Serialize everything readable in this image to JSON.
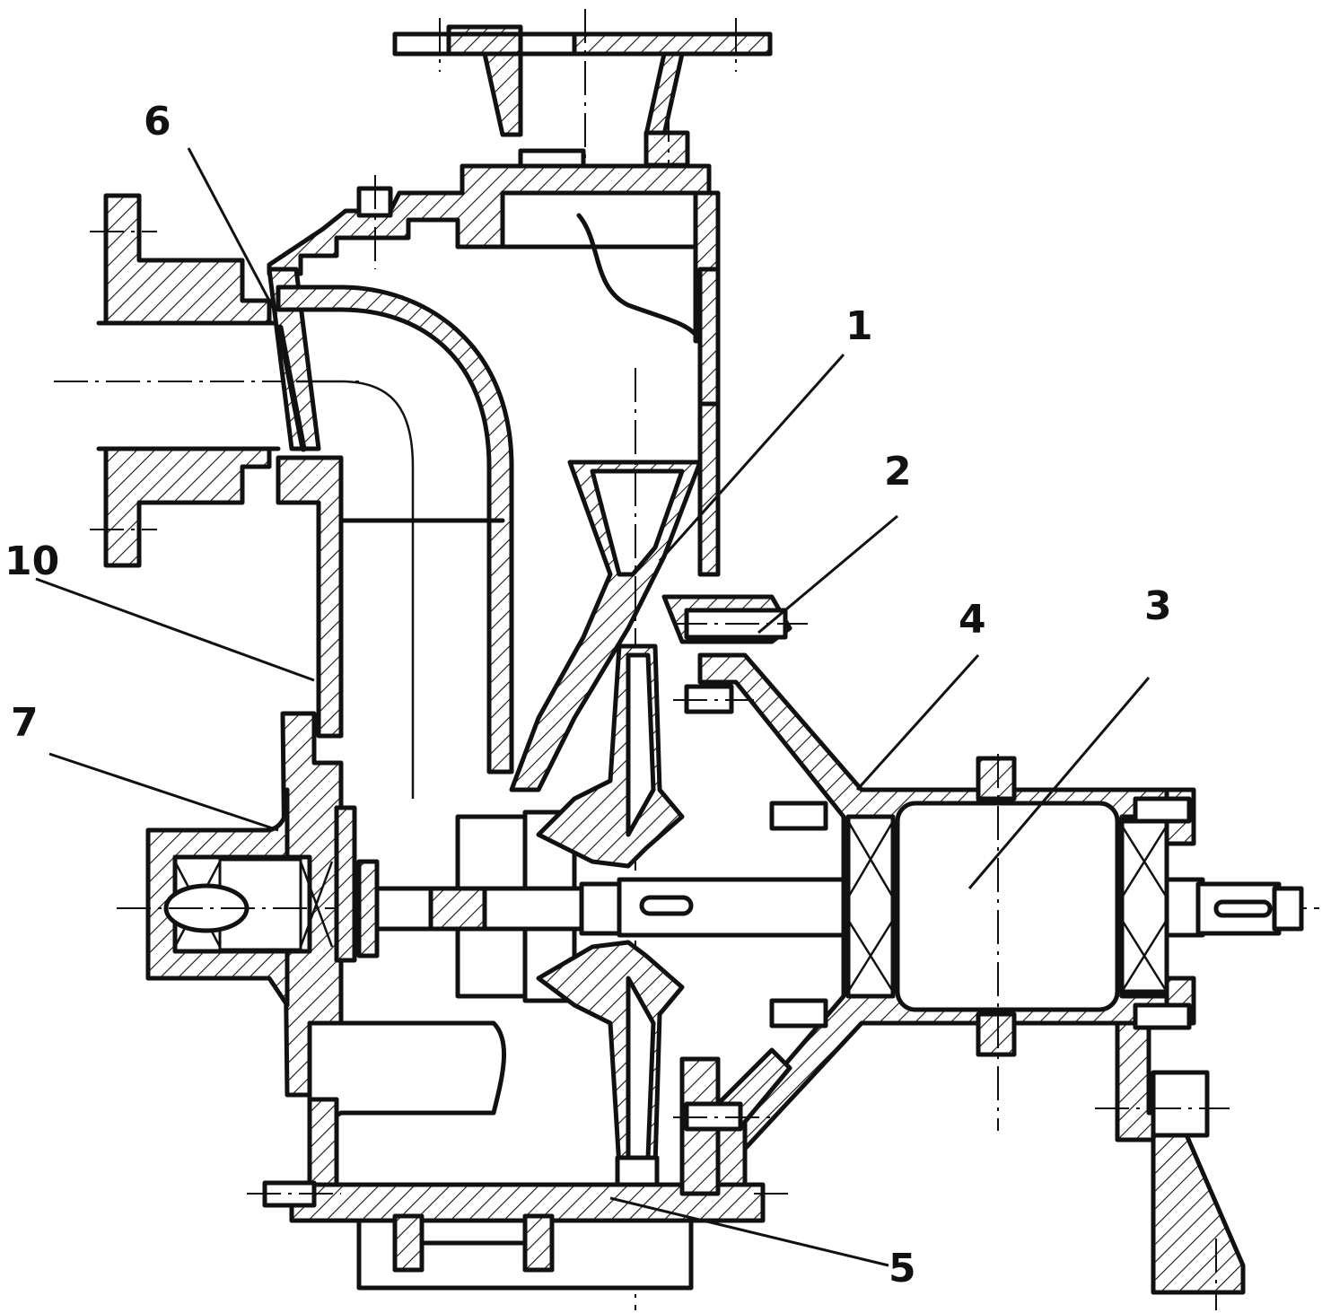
{
  "callouts": [
    {
      "id": "1",
      "text": "1"
    },
    {
      "id": "2",
      "text": "2"
    },
    {
      "id": "3",
      "text": "3"
    },
    {
      "id": "4",
      "text": "4"
    },
    {
      "id": "5",
      "text": "5"
    },
    {
      "id": "6",
      "text": "6"
    },
    {
      "id": "7",
      "text": "7"
    },
    {
      "id": "10",
      "text": "10"
    }
  ],
  "colors": {
    "ink": "#111111",
    "paper": "#ffffff"
  }
}
